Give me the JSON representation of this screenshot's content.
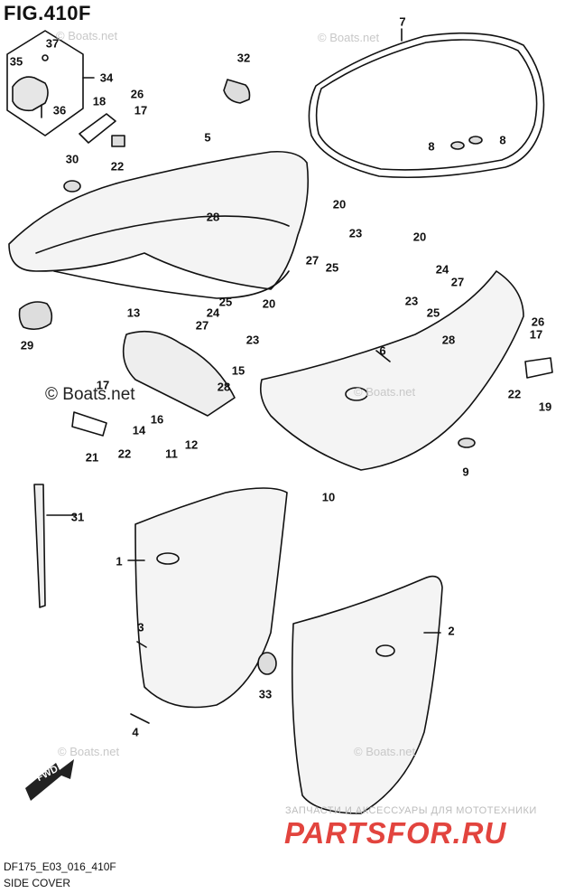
{
  "figure": {
    "title": "FIG.410F",
    "code": "DF175_E03_016_410F",
    "subtitle": "SIDE COVER"
  },
  "watermarks": {
    "boats_net": "© Boats.net",
    "brand_top": "ЗАПЧАСТИ И АКСЕССУАРЫ ДЛЯ МОТОТЕХНИКИ",
    "brand_main": "PARTSFOR.RU"
  },
  "fwd_label": "FWD",
  "callouts": [
    {
      "id": "37",
      "text": "37"
    },
    {
      "id": "35",
      "text": "35"
    },
    {
      "id": "34",
      "text": "34"
    },
    {
      "id": "36",
      "text": "36"
    },
    {
      "id": "32",
      "text": "32"
    },
    {
      "id": "7",
      "text": "7"
    },
    {
      "id": "26a",
      "text": "26"
    },
    {
      "id": "18",
      "text": "18"
    },
    {
      "id": "17a",
      "text": "17"
    },
    {
      "id": "22a",
      "text": "22"
    },
    {
      "id": "30",
      "text": "30"
    },
    {
      "id": "5",
      "text": "5"
    },
    {
      "id": "8a",
      "text": "8"
    },
    {
      "id": "8b",
      "text": "8"
    },
    {
      "id": "28a",
      "text": "28"
    },
    {
      "id": "20a",
      "text": "20"
    },
    {
      "id": "23a",
      "text": "23"
    },
    {
      "id": "27a",
      "text": "27"
    },
    {
      "id": "25a",
      "text": "25"
    },
    {
      "id": "20b",
      "text": "20"
    },
    {
      "id": "24a",
      "text": "24"
    },
    {
      "id": "27b",
      "text": "27"
    },
    {
      "id": "23b",
      "text": "23"
    },
    {
      "id": "25b",
      "text": "25"
    },
    {
      "id": "28b",
      "text": "28"
    },
    {
      "id": "29",
      "text": "29"
    },
    {
      "id": "13",
      "text": "13"
    },
    {
      "id": "25c",
      "text": "25"
    },
    {
      "id": "20c",
      "text": "20"
    },
    {
      "id": "24b",
      "text": "24"
    },
    {
      "id": "27c",
      "text": "27"
    },
    {
      "id": "23c",
      "text": "23"
    },
    {
      "id": "26b",
      "text": "26"
    },
    {
      "id": "17b",
      "text": "17"
    },
    {
      "id": "6",
      "text": "6"
    },
    {
      "id": "15",
      "text": "15"
    },
    {
      "id": "28c",
      "text": "28"
    },
    {
      "id": "22b",
      "text": "22"
    },
    {
      "id": "19",
      "text": "19"
    },
    {
      "id": "17c",
      "text": "17"
    },
    {
      "id": "16",
      "text": "16"
    },
    {
      "id": "14",
      "text": "14"
    },
    {
      "id": "22c",
      "text": "22"
    },
    {
      "id": "11",
      "text": "11"
    },
    {
      "id": "12",
      "text": "12"
    },
    {
      "id": "21",
      "text": "21"
    },
    {
      "id": "9",
      "text": "9"
    },
    {
      "id": "10",
      "text": "10"
    },
    {
      "id": "31",
      "text": "31"
    },
    {
      "id": "1",
      "text": "1"
    },
    {
      "id": "2",
      "text": "2"
    },
    {
      "id": "3",
      "text": "3"
    },
    {
      "id": "33",
      "text": "33"
    },
    {
      "id": "4",
      "text": "4"
    }
  ]
}
